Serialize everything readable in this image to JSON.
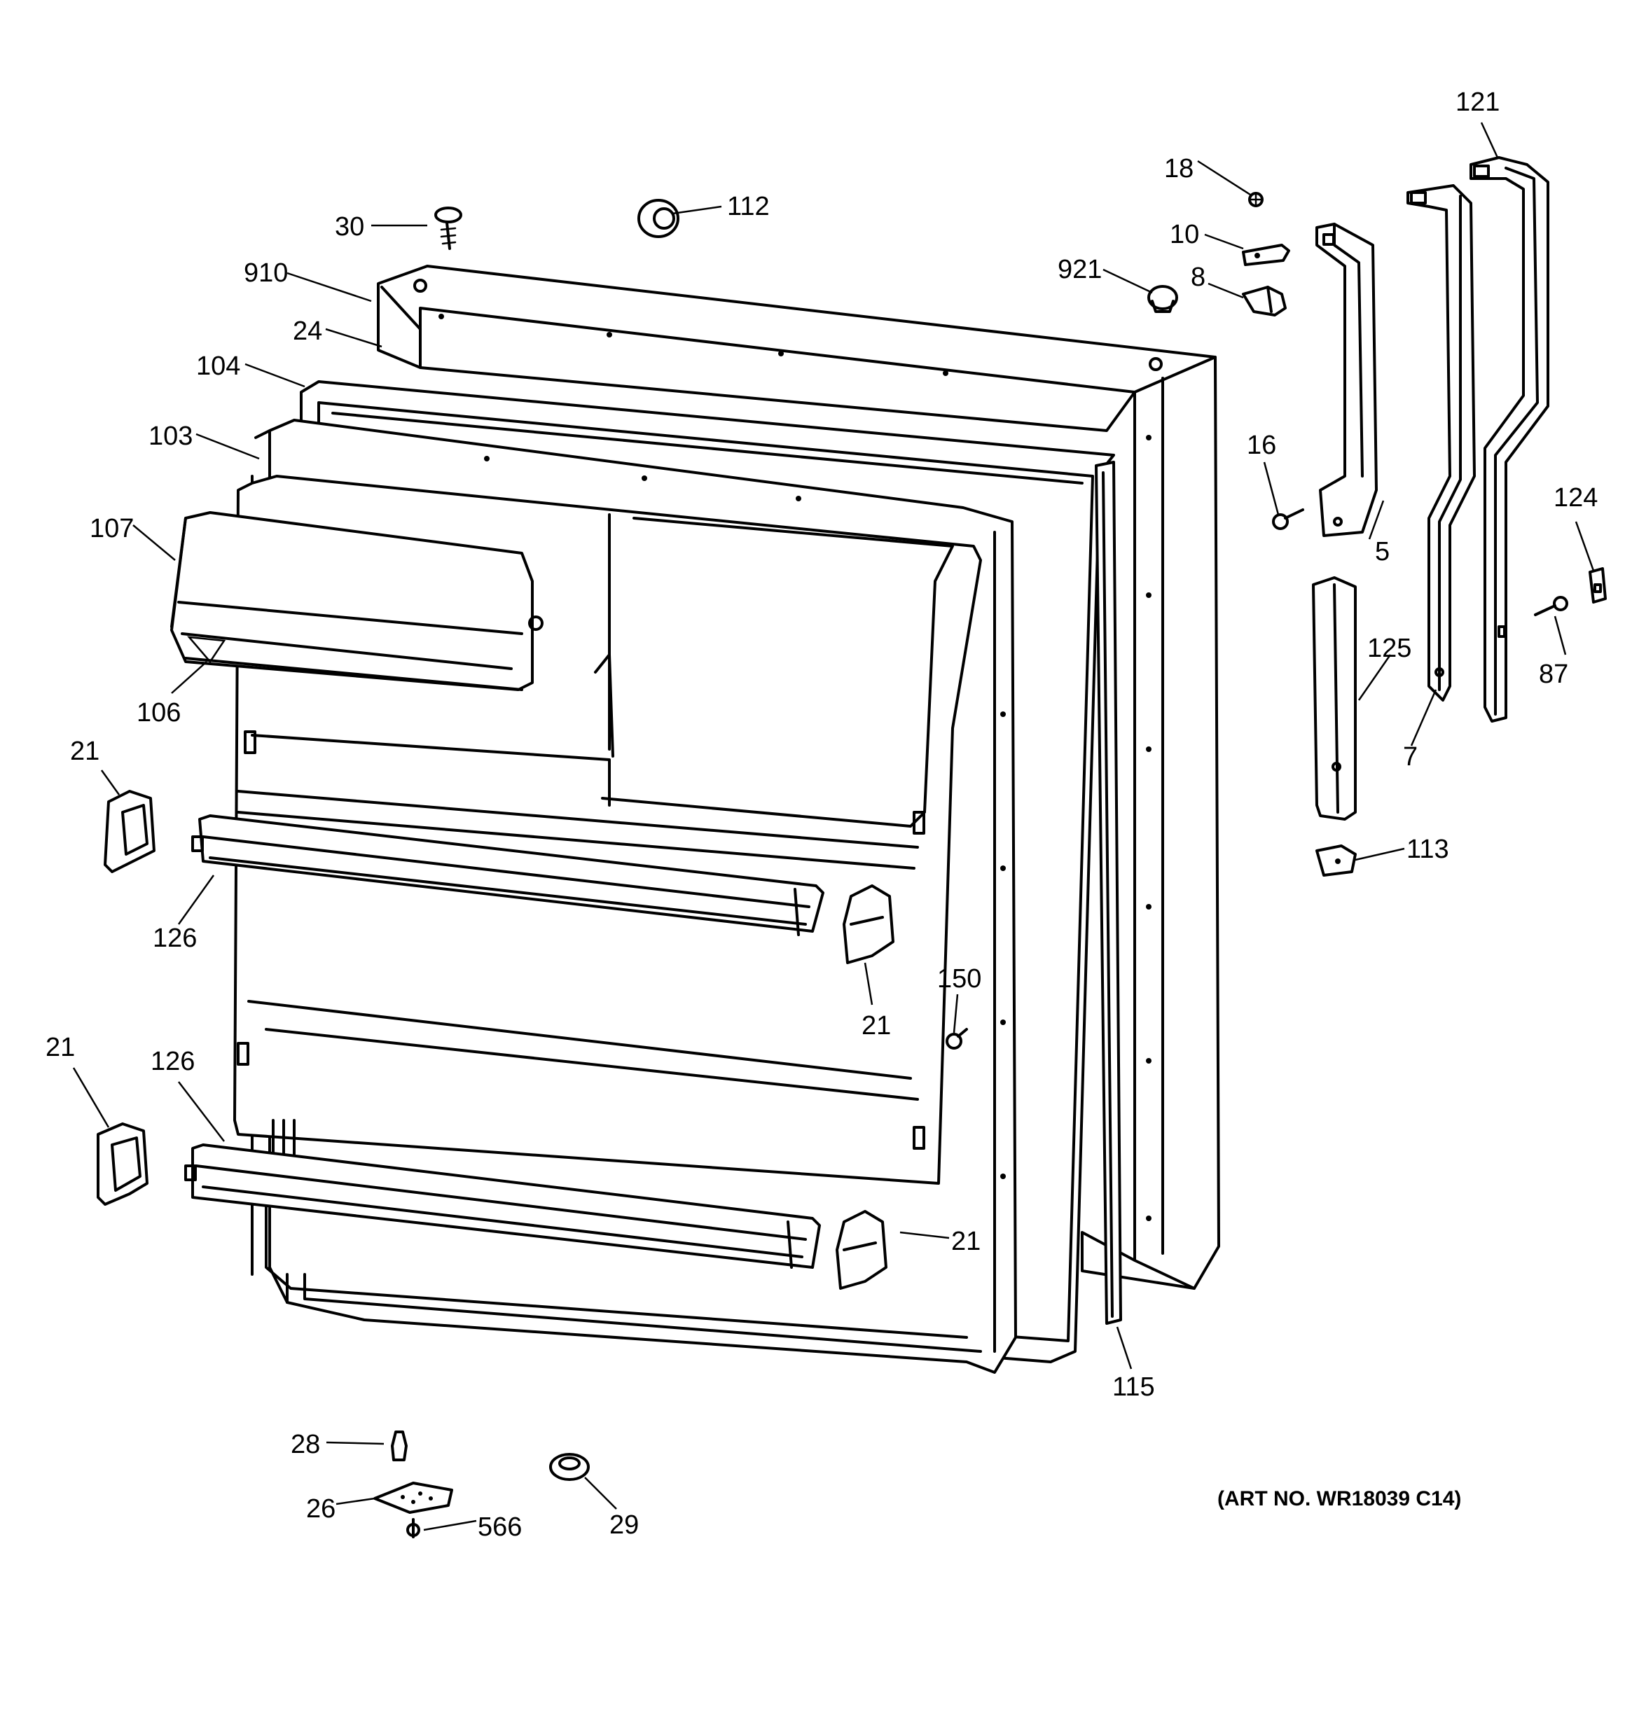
{
  "diagram": {
    "art_number": "(ART NO. WR18039 C14)",
    "callouts": [
      {
        "id": "c30",
        "text": "30"
      },
      {
        "id": "c112",
        "text": "112"
      },
      {
        "id": "c910",
        "text": "910"
      },
      {
        "id": "c24",
        "text": "24"
      },
      {
        "id": "c104",
        "text": "104"
      },
      {
        "id": "c103",
        "text": "103"
      },
      {
        "id": "c107",
        "text": "107"
      },
      {
        "id": "c106",
        "text": "106"
      },
      {
        "id": "c21a",
        "text": "21"
      },
      {
        "id": "c126a",
        "text": "126"
      },
      {
        "id": "c21b",
        "text": "21"
      },
      {
        "id": "c126b",
        "text": "126"
      },
      {
        "id": "c21c",
        "text": "21"
      },
      {
        "id": "c150",
        "text": "150"
      },
      {
        "id": "c21d",
        "text": "21"
      },
      {
        "id": "c115",
        "text": "115"
      },
      {
        "id": "c28",
        "text": "28"
      },
      {
        "id": "c26",
        "text": "26"
      },
      {
        "id": "c566",
        "text": "566"
      },
      {
        "id": "c29",
        "text": "29"
      },
      {
        "id": "c121",
        "text": "121"
      },
      {
        "id": "c18",
        "text": "18"
      },
      {
        "id": "c10",
        "text": "10"
      },
      {
        "id": "c921",
        "text": "921"
      },
      {
        "id": "c8",
        "text": "8"
      },
      {
        "id": "c16",
        "text": "16"
      },
      {
        "id": "c5",
        "text": "5"
      },
      {
        "id": "c124",
        "text": "124"
      },
      {
        "id": "c125",
        "text": "125"
      },
      {
        "id": "c87",
        "text": "87"
      },
      {
        "id": "c7",
        "text": "7"
      },
      {
        "id": "c113",
        "text": "113"
      }
    ]
  }
}
